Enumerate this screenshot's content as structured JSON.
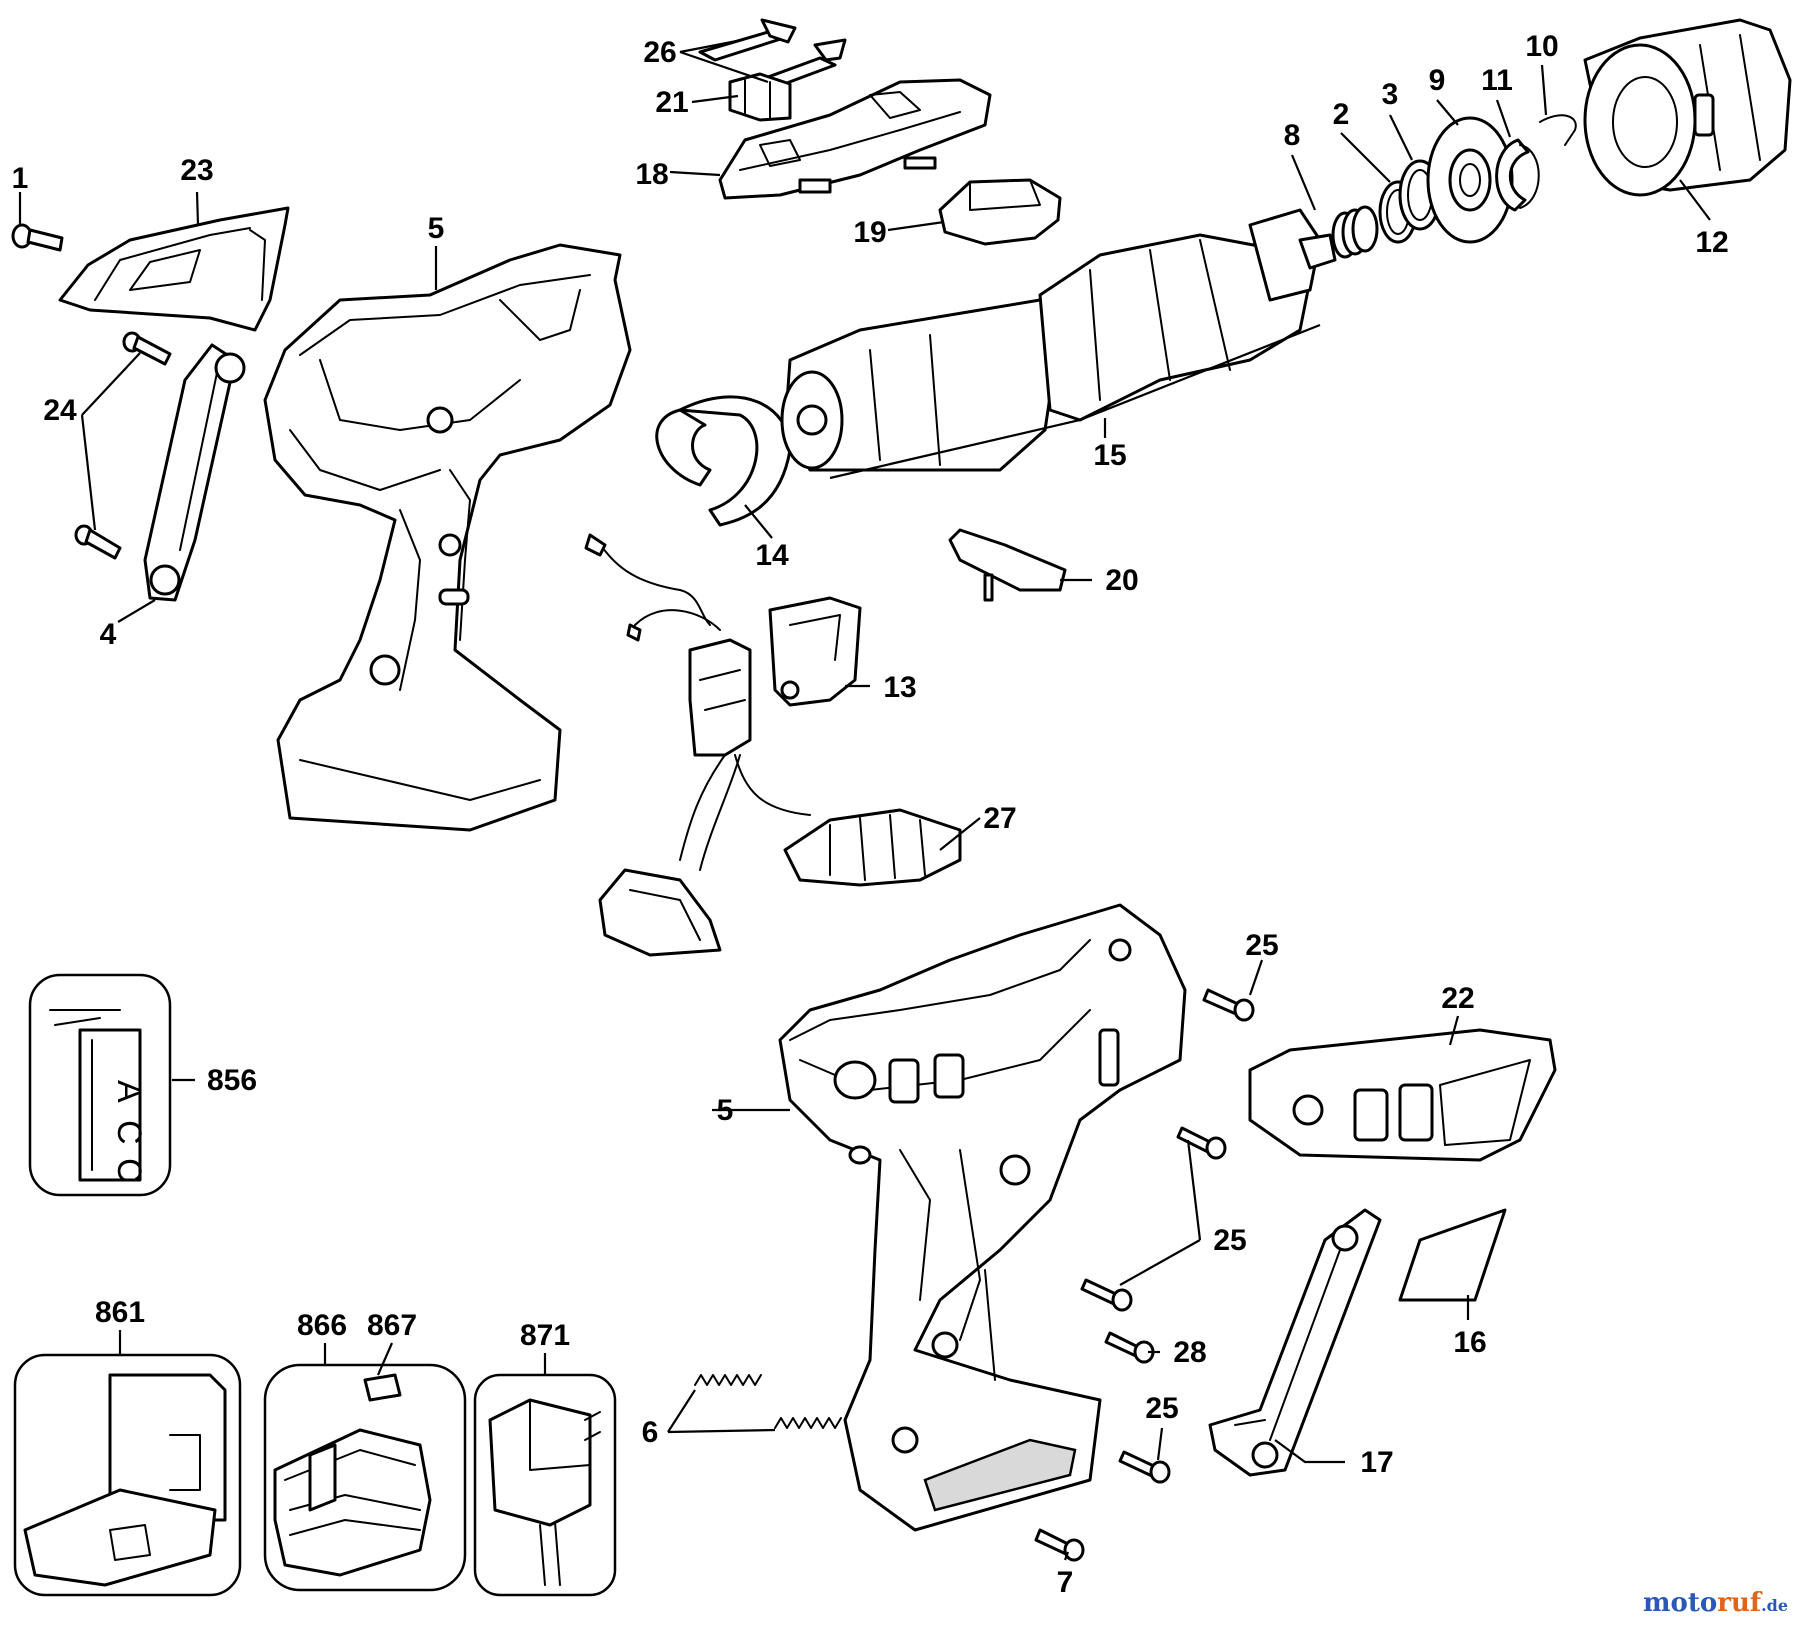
{
  "diagram": {
    "labels": {
      "p1": "1",
      "p2": "2",
      "p3": "3",
      "p4": "4",
      "p5a": "5",
      "p5b": "5",
      "p6": "6",
      "p7": "7",
      "p8": "8",
      "p9": "9",
      "p10": "10",
      "p11": "11",
      "p12": "12",
      "p13": "13",
      "p14": "14",
      "p15": "15",
      "p16": "16",
      "p17": "17",
      "p18": "18",
      "p19": "19",
      "p20": "20",
      "p21": "21",
      "p22": "22",
      "p23": "23",
      "p24": "24",
      "p25a": "25",
      "p25b": "25",
      "p25c": "25",
      "p26": "26",
      "p27": "27",
      "p28": "28",
      "p856": "856",
      "p861": "861",
      "p866": "866",
      "p867": "867",
      "p871": "871"
    },
    "acc_card": {
      "l1": "A",
      "l2": "C",
      "l3": "C"
    }
  },
  "watermark": {
    "part1": "moto",
    "part2": "ruf",
    "part3": ".de"
  }
}
